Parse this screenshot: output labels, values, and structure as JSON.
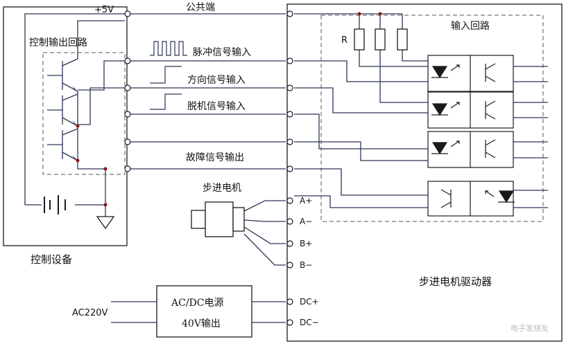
{
  "colors": {
    "wire": "#2a3556",
    "box": "#1a1a1a",
    "background": "#ffffff",
    "watermark": "#bbbbbb"
  },
  "labels": {
    "vcc": "+5V",
    "common_terminal": "公共端",
    "control_output_loop": "控制输出回路",
    "pulse_input": "脉冲信号输入",
    "direction_input": "方向信号输入",
    "offline_input": "脱机信号输入",
    "fault_output": "故障信号输出",
    "stepper_motor": "步进电机",
    "control_device": "控制设备",
    "input_loop": "输入回路",
    "resistor": "R",
    "stepper_driver": "步进电机驱动器",
    "power_supply_line1": "AC/DC电源",
    "power_supply_line2": "40V输出",
    "ac_input": "AC220V",
    "terminal_a_plus": "A+",
    "terminal_a_minus": "A−",
    "terminal_b_plus": "B+",
    "terminal_b_minus": "B−",
    "terminal_dc_plus": "DC+",
    "terminal_dc_minus": "DC−",
    "watermark": "电子发烧友"
  }
}
